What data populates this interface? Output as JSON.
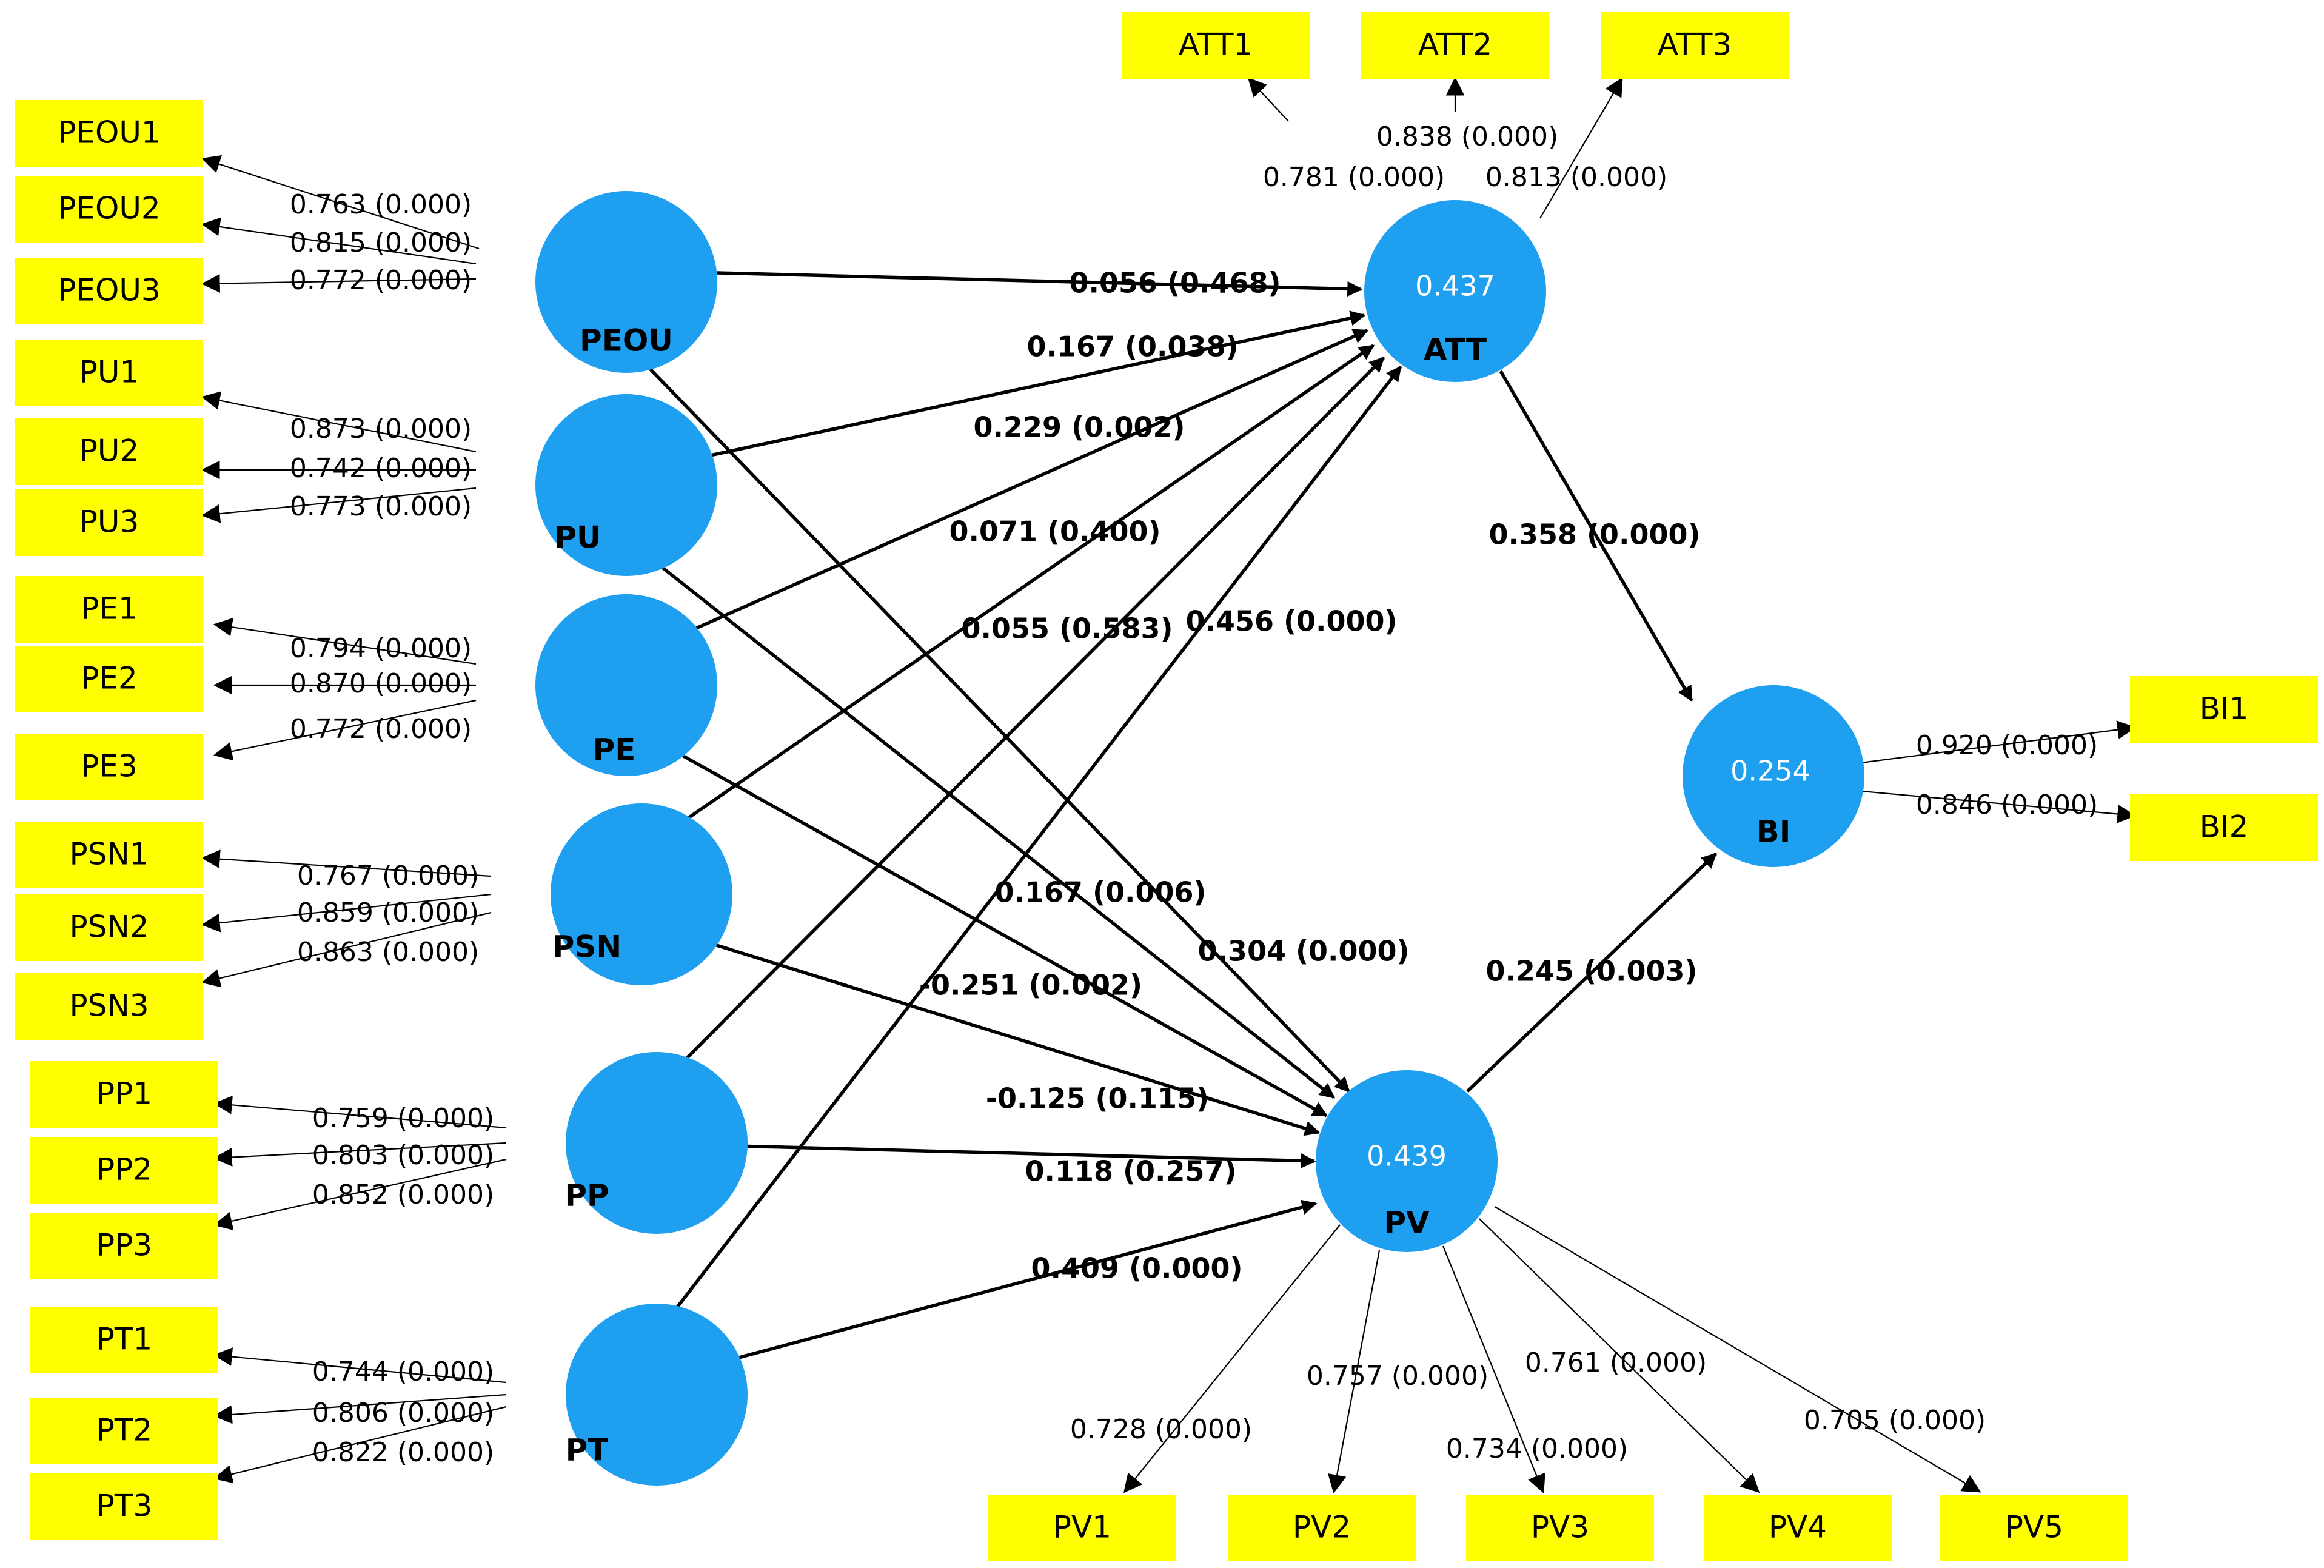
{
  "constructs": [
    {
      "id": "PEOU",
      "label": "PEOU",
      "r2": ""
    },
    {
      "id": "PU",
      "label": "PU",
      "r2": ""
    },
    {
      "id": "PE",
      "label": "PE",
      "r2": ""
    },
    {
      "id": "PSN",
      "label": "PSN",
      "r2": ""
    },
    {
      "id": "PP",
      "label": "PP",
      "r2": ""
    },
    {
      "id": "PT",
      "label": "PT",
      "r2": ""
    },
    {
      "id": "ATT",
      "label": "ATT",
      "r2": "0.437"
    },
    {
      "id": "BI",
      "label": "BI",
      "r2": "0.254"
    },
    {
      "id": "PV",
      "label": "PV",
      "r2": "0.439"
    }
  ],
  "indicators": [
    {
      "id": "PEOU1",
      "label": "PEOU1",
      "construct": "PEOU",
      "loading": "0.763 (0.000)"
    },
    {
      "id": "PEOU2",
      "label": "PEOU2",
      "construct": "PEOU",
      "loading": "0.815 (0.000)"
    },
    {
      "id": "PEOU3",
      "label": "PEOU3",
      "construct": "PEOU",
      "loading": "0.772 (0.000)"
    },
    {
      "id": "PU1",
      "label": "PU1",
      "construct": "PU",
      "loading": "0.873 (0.000)"
    },
    {
      "id": "PU2",
      "label": "PU2",
      "construct": "PU",
      "loading": "0.742 (0.000)"
    },
    {
      "id": "PU3",
      "label": "PU3",
      "construct": "PU",
      "loading": "0.773 (0.000)"
    },
    {
      "id": "PE1",
      "label": "PE1",
      "construct": "PE",
      "loading": "0.794 (0.000)"
    },
    {
      "id": "PE2",
      "label": "PE2",
      "construct": "PE",
      "loading": "0.870 (0.000)"
    },
    {
      "id": "PE3",
      "label": "PE3",
      "construct": "PE",
      "loading": "0.772 (0.000)"
    },
    {
      "id": "PSN1",
      "label": "PSN1",
      "construct": "PSN",
      "loading": "0.767 (0.000)"
    },
    {
      "id": "PSN2",
      "label": "PSN2",
      "construct": "PSN",
      "loading": "0.859 (0.000)"
    },
    {
      "id": "PSN3",
      "label": "PSN3",
      "construct": "PSN",
      "loading": "0.863 (0.000)"
    },
    {
      "id": "PP1",
      "label": "PP1",
      "construct": "PP",
      "loading": "0.759 (0.000)"
    },
    {
      "id": "PP2",
      "label": "PP2",
      "construct": "PP",
      "loading": "0.803 (0.000)"
    },
    {
      "id": "PP3",
      "label": "PP3",
      "construct": "PP",
      "loading": "0.852 (0.000)"
    },
    {
      "id": "PT1",
      "label": "PT1",
      "construct": "PT",
      "loading": "0.744 (0.000)"
    },
    {
      "id": "PT2",
      "label": "PT2",
      "construct": "PT",
      "loading": "0.806 (0.000)"
    },
    {
      "id": "PT3",
      "label": "PT3",
      "construct": "PT",
      "loading": "0.822 (0.000)"
    },
    {
      "id": "ATT1",
      "label": "ATT1",
      "construct": "ATT",
      "loading": "0.781 (0.000)"
    },
    {
      "id": "ATT2",
      "label": "ATT2",
      "construct": "ATT",
      "loading": "0.838 (0.000)"
    },
    {
      "id": "ATT3",
      "label": "ATT3",
      "construct": "ATT",
      "loading": "0.813 (0.000)"
    },
    {
      "id": "BI1",
      "label": "BI1",
      "construct": "BI",
      "loading": "0.920 (0.000)"
    },
    {
      "id": "BI2",
      "label": "BI2",
      "construct": "BI",
      "loading": "0.846 (0.000)"
    },
    {
      "id": "PV1",
      "label": "PV1",
      "construct": "PV",
      "loading": "0.728 (0.000)"
    },
    {
      "id": "PV2",
      "label": "PV2",
      "construct": "PV",
      "loading": "0.757 (0.000)"
    },
    {
      "id": "PV3",
      "label": "PV3",
      "construct": "PV",
      "loading": "0.734 (0.000)"
    },
    {
      "id": "PV4",
      "label": "PV4",
      "construct": "PV",
      "loading": "0.761 (0.000)"
    },
    {
      "id": "PV5",
      "label": "PV5",
      "construct": "PV",
      "loading": "0.705 (0.000)"
    }
  ],
  "paths": [
    {
      "from": "PEOU",
      "to": "ATT",
      "coef": "0.056 (0.468)"
    },
    {
      "from": "PU",
      "to": "ATT",
      "coef": "0.167 (0.038)"
    },
    {
      "from": "PE",
      "to": "ATT",
      "coef": "0.229 (0.002)"
    },
    {
      "from": "PSN",
      "to": "ATT",
      "coef": "0.071 (0.400)"
    },
    {
      "from": "PP",
      "to": "ATT",
      "coef": "0.055 (0.583)"
    },
    {
      "from": "PT",
      "to": "ATT",
      "coef": "0.456 (0.000)"
    },
    {
      "from": "ATT",
      "to": "BI",
      "coef": "0.358 (0.000)"
    },
    {
      "from": "PU",
      "to": "PV",
      "coef": "0.167 (0.006)"
    },
    {
      "from": "PEOU",
      "to": "PV",
      "coef": "0.304 (0.000)"
    },
    {
      "from": "PE",
      "to": "PV",
      "coef": "-0.251 (0.002)"
    },
    {
      "from": "PSN",
      "to": "PV",
      "coef": "-0.125 (0.115)"
    },
    {
      "from": "PP",
      "to": "PV",
      "coef": "0.118 (0.257)"
    },
    {
      "from": "PT",
      "to": "PV",
      "coef": "0.409 (0.000)"
    },
    {
      "from": "PV",
      "to": "BI",
      "coef": "0.245 (0.003)"
    }
  ],
  "colors": {
    "construct_fill": "#1f9ff0",
    "indicator_fill": "#ffff00",
    "line": "#000000",
    "r2_text": "#ffffff"
  }
}
